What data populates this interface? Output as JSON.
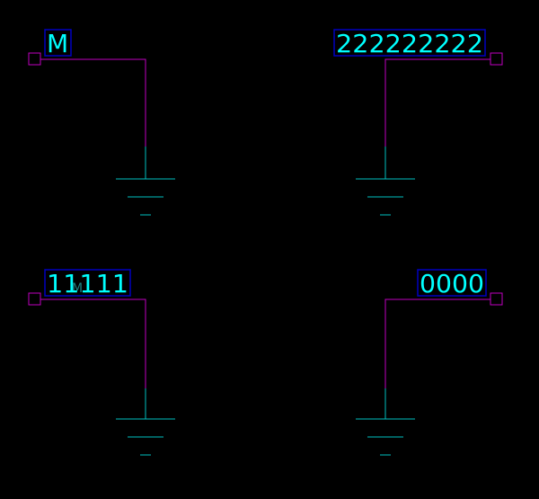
{
  "schematic": {
    "colors": {
      "background": "#000000",
      "wire": "#c000c0",
      "pin": "#c000c0",
      "ground": "#00c0c0",
      "label_text": "#00ffff",
      "label_box": "#0000c0"
    },
    "ports": [
      {
        "label": "M",
        "faint_label": ""
      },
      {
        "label": "222222222",
        "faint_label": ""
      },
      {
        "label": "11111",
        "faint_label": "M"
      },
      {
        "label": "0000",
        "faint_label": ""
      }
    ]
  }
}
